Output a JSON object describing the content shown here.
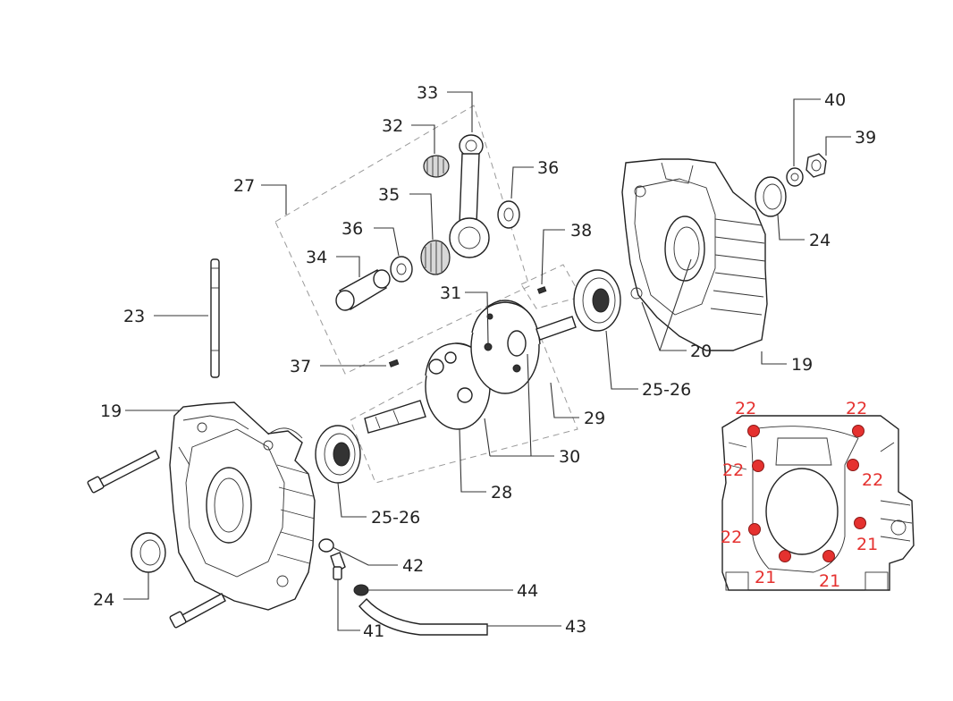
{
  "labels": {
    "l19a": "19",
    "l19b": "19",
    "l20": "20",
    "l21a": "21",
    "l21b": "21",
    "l21c": "21",
    "l22a": "22",
    "l22b": "22",
    "l22c": "22",
    "l22d": "22",
    "l22e": "22",
    "l23": "23",
    "l24a": "24",
    "l24b": "24",
    "l25a": "25-26",
    "l25b": "25-26",
    "l27": "27",
    "l28": "28",
    "l29": "29",
    "l30": "30",
    "l31": "31",
    "l32": "32",
    "l33": "33",
    "l34": "34",
    "l35": "35",
    "l36a": "36",
    "l36b": "36",
    "l37": "37",
    "l38": "38",
    "l39": "39",
    "l40": "40",
    "l41": "41",
    "l42": "42",
    "l43": "43",
    "l44": "44"
  },
  "colors": {
    "line": "#333333",
    "highlight": "#e5312f",
    "background": "#ffffff"
  }
}
